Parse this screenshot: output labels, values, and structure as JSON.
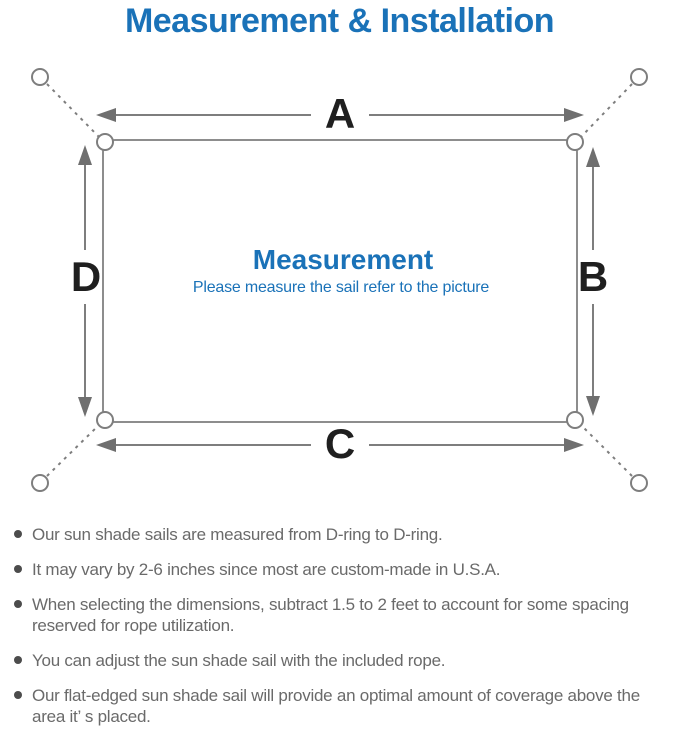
{
  "title": "Measurement & Installation",
  "diagram": {
    "labels": {
      "top": "A",
      "right": "B",
      "bottom": "C",
      "left": "D"
    },
    "center_heading": "Measurement",
    "center_subtitle": "Please measure the sail refer to the picture"
  },
  "notes": [
    "Our sun shade sails are measured from D-ring to D-ring.",
    "It may vary by 2-6 inches since most are custom-made in U.S.A.",
    "When selecting the dimensions, subtract 1.5 to 2 feet to account for some spacing reserved for rope utilization.",
    "You can adjust the sun shade sail with the included rope.",
    "Our flat-edged sun shade sail will provide an optimal amount of coverage above the area it’ s placed."
  ],
  "colors": {
    "accent_blue": "#1a72b8",
    "line_gray": "#7e7e7e",
    "label_black": "#1f1f1f",
    "note_text_gray": "#6a6a6a"
  }
}
